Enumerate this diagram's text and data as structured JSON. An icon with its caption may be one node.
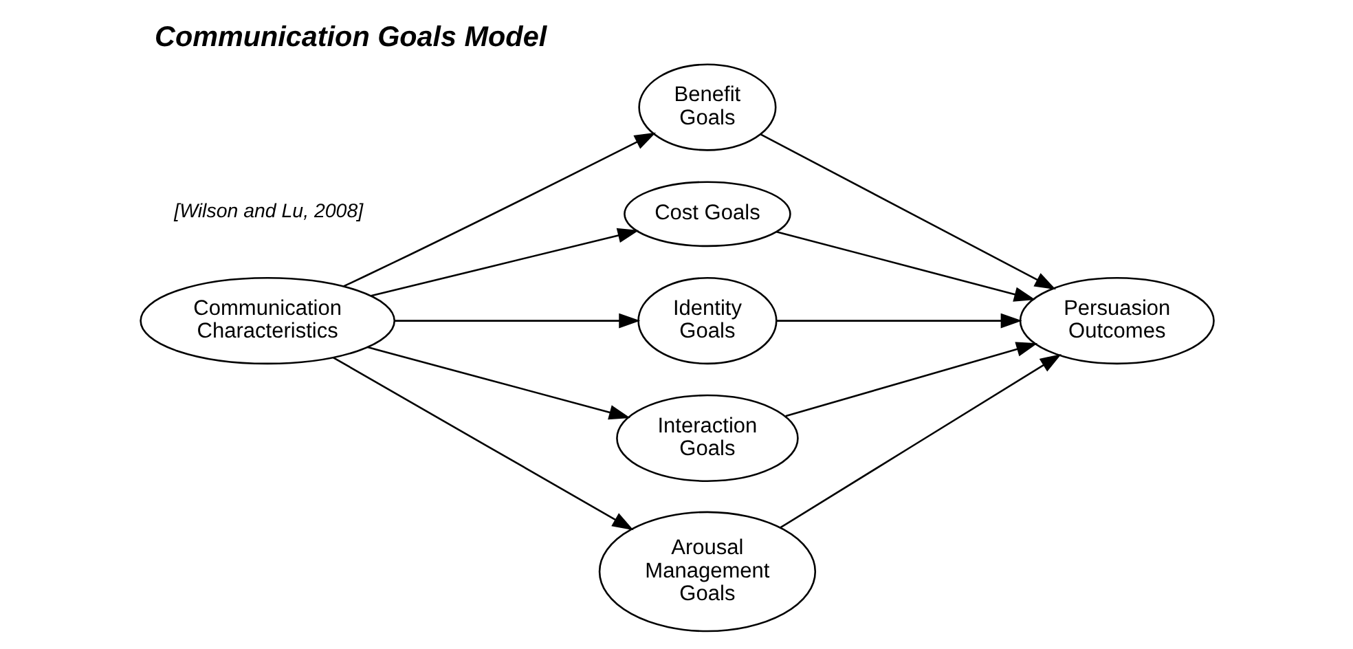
{
  "diagram": {
    "title": "Communication Goals Model",
    "nodes": [
      {
        "text": [
          "Communication Characteristics"
        ]
      },
      {
        "text": [
          "Benefit Goals"
        ]
      },
      {
        "text": [
          "Cost Goals"
        ]
      },
      {
        "text": [
          "Identity Goals"
        ]
      },
      {
        "text": [
          "Interaction Goals"
        ]
      },
      {
        "text": [
          "Arousal Management Goals"
        ]
      },
      {
        "text": [
          "Persuasion Outcomes"
        ]
      }
    ],
    "edges": [
      {
        "from": 0,
        "to": 1,
        "arrow": "to"
      },
      {
        "from": 0,
        "to": 2,
        "arrow": "to"
      },
      {
        "from": 0,
        "to": 3,
        "arrow": "to"
      },
      {
        "from": 0,
        "to": 4,
        "arrow": "to"
      },
      {
        "from": 0,
        "to": 5,
        "arrow": "to"
      },
      {
        "from": 1,
        "to": 6,
        "arrow": "to"
      },
      {
        "from": 2,
        "to": 6,
        "arrow": "to"
      },
      {
        "from": 3,
        "to": 6,
        "arrow": "to"
      },
      {
        "from": 4,
        "to": 6,
        "arrow": "to"
      },
      {
        "from": 5,
        "to": 6,
        "arrow": "to"
      }
    ],
    "labels": [
      "[Wilson and Lu, 2008]"
    ]
  }
}
